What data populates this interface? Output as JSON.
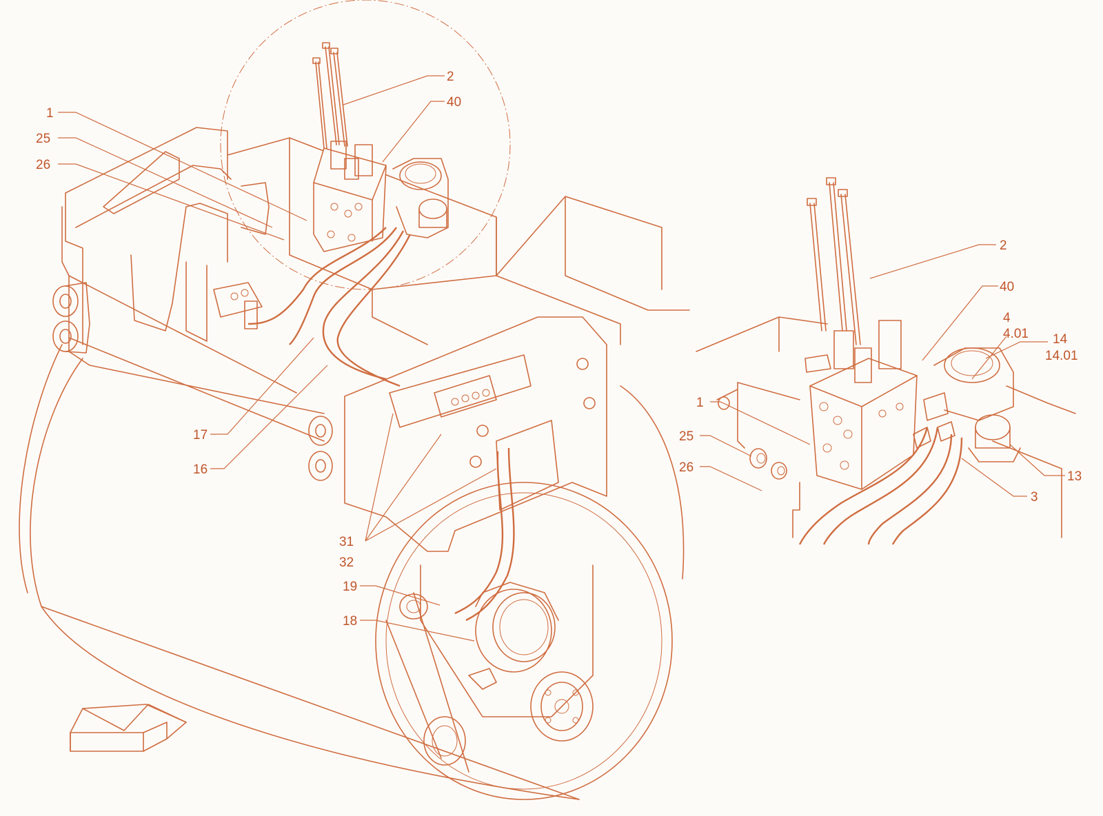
{
  "colors": {
    "line": "#cf6d40",
    "label": "#c0552a",
    "background": "#fdfbf8"
  },
  "main_view": {
    "callouts": [
      {
        "id": "c1",
        "text": "1"
      },
      {
        "id": "c25",
        "text": "25"
      },
      {
        "id": "c26",
        "text": "26"
      },
      {
        "id": "c2",
        "text": "2"
      },
      {
        "id": "c40",
        "text": "40"
      },
      {
        "id": "c17",
        "text": "17"
      },
      {
        "id": "c16",
        "text": "16"
      },
      {
        "id": "c31",
        "text": "31"
      },
      {
        "id": "c32",
        "text": "32"
      },
      {
        "id": "c19",
        "text": "19"
      },
      {
        "id": "c18",
        "text": "18"
      }
    ],
    "direction_icon": "direction-arrow-icon"
  },
  "detail_view": {
    "callouts": [
      {
        "id": "d2",
        "text": "2"
      },
      {
        "id": "d40",
        "text": "40"
      },
      {
        "id": "d4",
        "text": "4"
      },
      {
        "id": "d401",
        "text": "4.01"
      },
      {
        "id": "d14",
        "text": "14"
      },
      {
        "id": "d1401",
        "text": "14.01"
      },
      {
        "id": "d1",
        "text": "1"
      },
      {
        "id": "d25",
        "text": "25"
      },
      {
        "id": "d26",
        "text": "26"
      },
      {
        "id": "d13",
        "text": "13"
      },
      {
        "id": "d3",
        "text": "3"
      }
    ]
  }
}
